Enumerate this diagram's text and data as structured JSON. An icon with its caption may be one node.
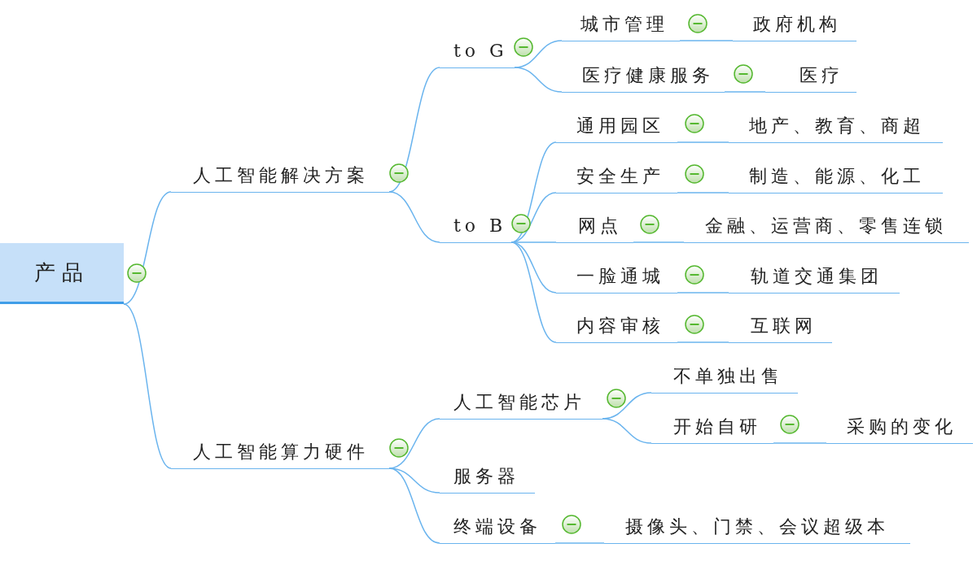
{
  "diagram": {
    "nodes": [
      {
        "text": [
          "产品"
        ]
      },
      {
        "text": [
          "人工智能解决方案"
        ]
      },
      {
        "text": [
          "to G"
        ]
      },
      {
        "text": [
          "城市管理"
        ]
      },
      {
        "text": [
          "政府机构"
        ]
      },
      {
        "text": [
          "医疗健康服务"
        ]
      },
      {
        "text": [
          "医疗"
        ]
      },
      {
        "text": [
          "to B"
        ]
      },
      {
        "text": [
          "通用园区"
        ]
      },
      {
        "text": [
          "地产、教育、商超"
        ]
      },
      {
        "text": [
          "安全生产"
        ]
      },
      {
        "text": [
          "制造、能源、化工"
        ]
      },
      {
        "text": [
          "网点"
        ]
      },
      {
        "text": [
          "金融、运营商、零售连锁"
        ]
      },
      {
        "text": [
          "一脸通城"
        ]
      },
      {
        "text": [
          "轨道交通集团"
        ]
      },
      {
        "text": [
          "内容审核"
        ]
      },
      {
        "text": [
          "互联网"
        ]
      },
      {
        "text": [
          "人工智能算力硬件"
        ]
      },
      {
        "text": [
          "人工智能芯片"
        ]
      },
      {
        "text": [
          "不单独出售"
        ]
      },
      {
        "text": [
          "开始自研"
        ]
      },
      {
        "text": [
          "采购的变化"
        ]
      },
      {
        "text": [
          "服务器"
        ]
      },
      {
        "text": [
          "终端设备"
        ]
      },
      {
        "text": [
          "摄像头、门禁、会议超级本"
        ]
      }
    ],
    "edges": [
      {
        "from": 0,
        "to": 1,
        "arrow": "none"
      },
      {
        "from": 1,
        "to": 2,
        "arrow": "none"
      },
      {
        "from": 2,
        "to": 3,
        "arrow": "none"
      },
      {
        "from": 3,
        "to": 4,
        "arrow": "none"
      },
      {
        "from": 2,
        "to": 5,
        "arrow": "none"
      },
      {
        "from": 5,
        "to": 6,
        "arrow": "none"
      },
      {
        "from": 1,
        "to": 7,
        "arrow": "none"
      },
      {
        "from": 7,
        "to": 8,
        "arrow": "none"
      },
      {
        "from": 8,
        "to": 9,
        "arrow": "none"
      },
      {
        "from": 7,
        "to": 10,
        "arrow": "none"
      },
      {
        "from": 10,
        "to": 11,
        "arrow": "none"
      },
      {
        "from": 7,
        "to": 12,
        "arrow": "none"
      },
      {
        "from": 12,
        "to": 13,
        "arrow": "none"
      },
      {
        "from": 7,
        "to": 14,
        "arrow": "none"
      },
      {
        "from": 14,
        "to": 15,
        "arrow": "none"
      },
      {
        "from": 7,
        "to": 16,
        "arrow": "none"
      },
      {
        "from": 16,
        "to": 17,
        "arrow": "none"
      },
      {
        "from": 0,
        "to": 18,
        "arrow": "none"
      },
      {
        "from": 18,
        "to": 19,
        "arrow": "none"
      },
      {
        "from": 19,
        "to": 20,
        "arrow": "none"
      },
      {
        "from": 19,
        "to": 21,
        "arrow": "none"
      },
      {
        "from": 21,
        "to": 22,
        "arrow": "none"
      },
      {
        "from": 18,
        "to": 23,
        "arrow": "none"
      },
      {
        "from": 18,
        "to": 24,
        "arrow": "none"
      },
      {
        "from": 24,
        "to": 25,
        "arrow": "none"
      }
    ]
  }
}
